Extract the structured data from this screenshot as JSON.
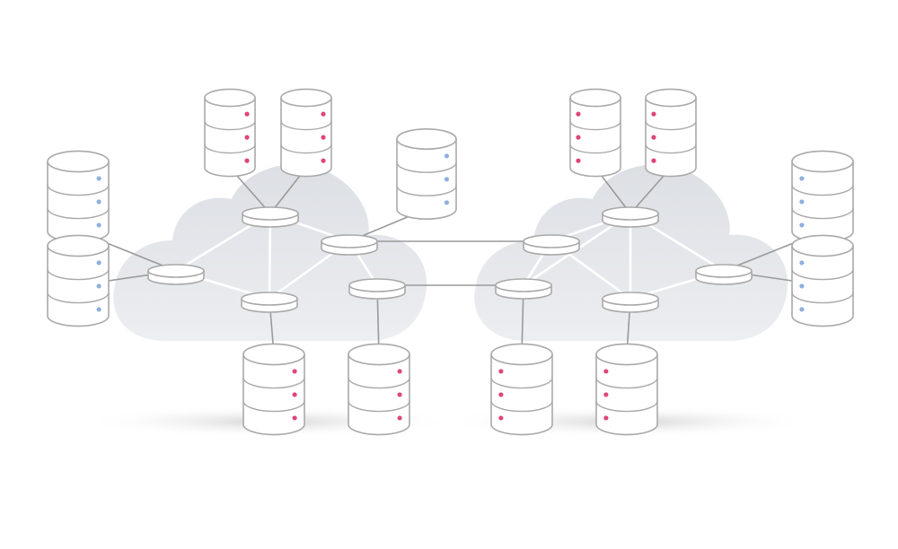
{
  "diagram": {
    "colors": {
      "background": "#ffffff",
      "cloud_fill": "#e4e6ea",
      "cloud_shade": "#d9dce1",
      "device_fill": "#ffffff",
      "device_stroke": "#a9a9a9",
      "link_on_cloud": "#ffffff",
      "link_off_cloud": "#9a9a9a",
      "led_pink": "#e0457a",
      "led_blue": "#8fb0dc",
      "shadow": "#d4d4d4"
    },
    "clouds": [
      {
        "id": "cloud-left"
      },
      {
        "id": "cloud-right"
      }
    ],
    "routers": [
      {
        "id": "r-l-top"
      },
      {
        "id": "r-l-left"
      },
      {
        "id": "r-l-center"
      },
      {
        "id": "r-l-right"
      },
      {
        "id": "r-l-mid"
      },
      {
        "id": "r-r-top"
      },
      {
        "id": "r-r-left"
      },
      {
        "id": "r-r-center"
      },
      {
        "id": "r-r-mid"
      },
      {
        "id": "r-r-right"
      }
    ],
    "servers": [
      {
        "id": "db-l-top-1",
        "led": "pink",
        "leds_side": "right"
      },
      {
        "id": "db-l-top-2",
        "led": "pink",
        "leds_side": "right"
      },
      {
        "id": "db-l-upper-right",
        "led": "blue",
        "leds_side": "right"
      },
      {
        "id": "db-l-far-1",
        "led": "blue",
        "leds_side": "right"
      },
      {
        "id": "db-l-far-2",
        "led": "blue",
        "leds_side": "right"
      },
      {
        "id": "db-l-bottom-1",
        "led": "pink",
        "leds_side": "right"
      },
      {
        "id": "db-l-bottom-2",
        "led": "pink",
        "leds_side": "right"
      },
      {
        "id": "db-r-top-1",
        "led": "pink",
        "leds_side": "left"
      },
      {
        "id": "db-r-top-2",
        "led": "pink",
        "leds_side": "left"
      },
      {
        "id": "db-r-far-1",
        "led": "blue",
        "leds_side": "left"
      },
      {
        "id": "db-r-far-2",
        "led": "blue",
        "leds_side": "left"
      },
      {
        "id": "db-r-bottom-1",
        "led": "pink",
        "leds_side": "left"
      },
      {
        "id": "db-r-bottom-2",
        "led": "pink",
        "leds_side": "left"
      }
    ],
    "links": [
      {
        "from": "r-l-top",
        "to": "db-l-top-1"
      },
      {
        "from": "r-l-top",
        "to": "db-l-top-2"
      },
      {
        "from": "r-l-mid",
        "to": "db-l-upper-right"
      },
      {
        "from": "r-l-left",
        "to": "db-l-far-1"
      },
      {
        "from": "r-l-left",
        "to": "db-l-far-2"
      },
      {
        "from": "r-l-center",
        "to": "db-l-bottom-1"
      },
      {
        "from": "r-l-right",
        "to": "db-l-bottom-2"
      },
      {
        "from": "r-l-top",
        "to": "r-l-left"
      },
      {
        "from": "r-l-top",
        "to": "r-l-center"
      },
      {
        "from": "r-l-top",
        "to": "r-l-mid"
      },
      {
        "from": "r-l-left",
        "to": "r-l-center"
      },
      {
        "from": "r-l-center",
        "to": "r-l-mid"
      },
      {
        "from": "r-l-mid",
        "to": "r-l-right"
      },
      {
        "from": "r-l-mid",
        "to": "r-r-left"
      },
      {
        "from": "r-l-right",
        "to": "r-r-center"
      },
      {
        "from": "r-r-top",
        "to": "db-r-top-1"
      },
      {
        "from": "r-r-top",
        "to": "db-r-top-2"
      },
      {
        "from": "r-r-right",
        "to": "db-r-far-1"
      },
      {
        "from": "r-r-right",
        "to": "db-r-far-2"
      },
      {
        "from": "r-r-center",
        "to": "db-r-bottom-1"
      },
      {
        "from": "r-r-mid",
        "to": "db-r-bottom-2"
      },
      {
        "from": "r-r-top",
        "to": "r-r-left"
      },
      {
        "from": "r-r-top",
        "to": "r-r-mid"
      },
      {
        "from": "r-r-top",
        "to": "r-r-right"
      },
      {
        "from": "r-r-top",
        "to": "r-r-center"
      },
      {
        "from": "r-r-left",
        "to": "r-r-center"
      },
      {
        "from": "r-r-left",
        "to": "r-r-mid"
      },
      {
        "from": "r-r-mid",
        "to": "r-r-right"
      }
    ]
  }
}
